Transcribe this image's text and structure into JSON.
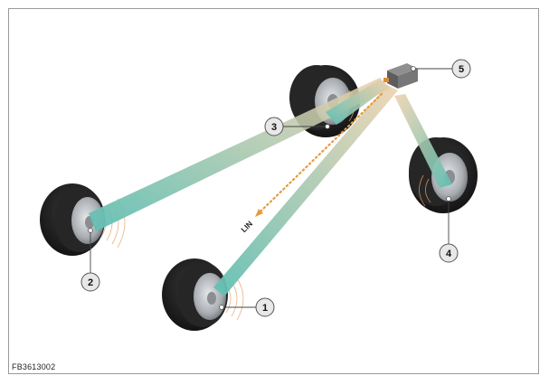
{
  "figure_code": "FB3613002",
  "lin_label": "LIN",
  "callouts": [
    {
      "label": "1",
      "part": "wheel-front-left"
    },
    {
      "label": "2",
      "part": "wheel-rear-left"
    },
    {
      "label": "3",
      "part": "wheel-rear-right"
    },
    {
      "label": "4",
      "part": "wheel-front-right"
    },
    {
      "label": "5",
      "part": "receiver-unit"
    }
  ],
  "colors": {
    "beam_start": "#5fbfb4",
    "beam_end": "#e9c9a0",
    "lin_dots": "#e79a3c",
    "frame": "#9a9a9a",
    "tire": "#1e1e1e",
    "rim": "#b9bcc0"
  }
}
